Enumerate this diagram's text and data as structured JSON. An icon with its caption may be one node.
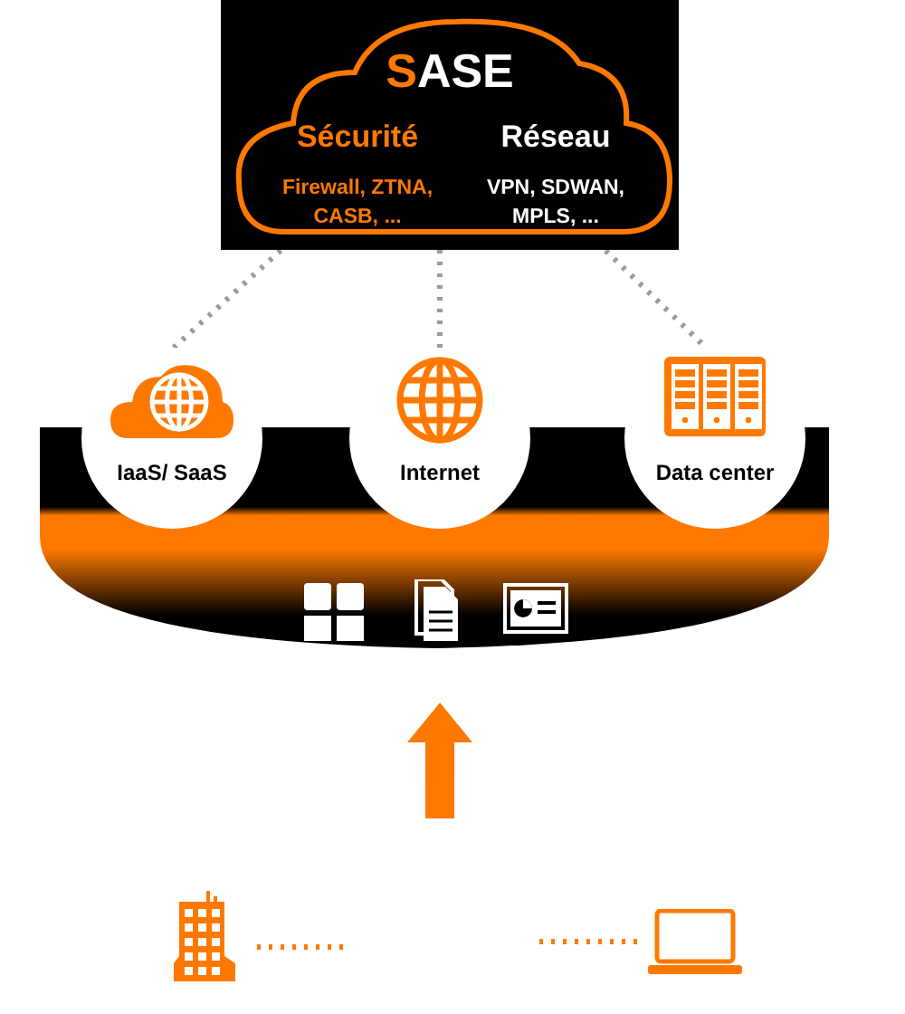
{
  "diagram": {
    "nodes": [
      {
        "text": [
          "SASE",
          "Sécurité",
          "Firewall, ZTNA, CASB, ...",
          "Réseau",
          "VPN, SDWAN, MPLS, ..."
        ]
      },
      {
        "text": [
          "IaaS/ SaaS"
        ]
      },
      {
        "text": [
          "Internet"
        ]
      },
      {
        "text": [
          "Data center"
        ]
      },
      {
        "text": [],
        "shape": "bar"
      },
      {
        "text": [],
        "shape": "building"
      },
      {
        "text": [],
        "shape": "laptop"
      }
    ],
    "edges": [
      {
        "from": 0,
        "to": 1,
        "arrow": "none",
        "style": "dashed"
      },
      {
        "from": 0,
        "to": 2,
        "arrow": "none",
        "style": "dashed"
      },
      {
        "from": 0,
        "to": 3,
        "arrow": "none",
        "style": "dashed"
      },
      {
        "from": null,
        "to": 4,
        "arrow": "to",
        "style": "thick",
        "color": "#ff7900"
      },
      {
        "from": 5,
        "to": null,
        "arrow": "none",
        "style": "dashed",
        "color": "#ff7900"
      },
      {
        "from": 6,
        "to": null,
        "arrow": "none",
        "style": "dashed",
        "color": "#ff7900"
      }
    ]
  }
}
